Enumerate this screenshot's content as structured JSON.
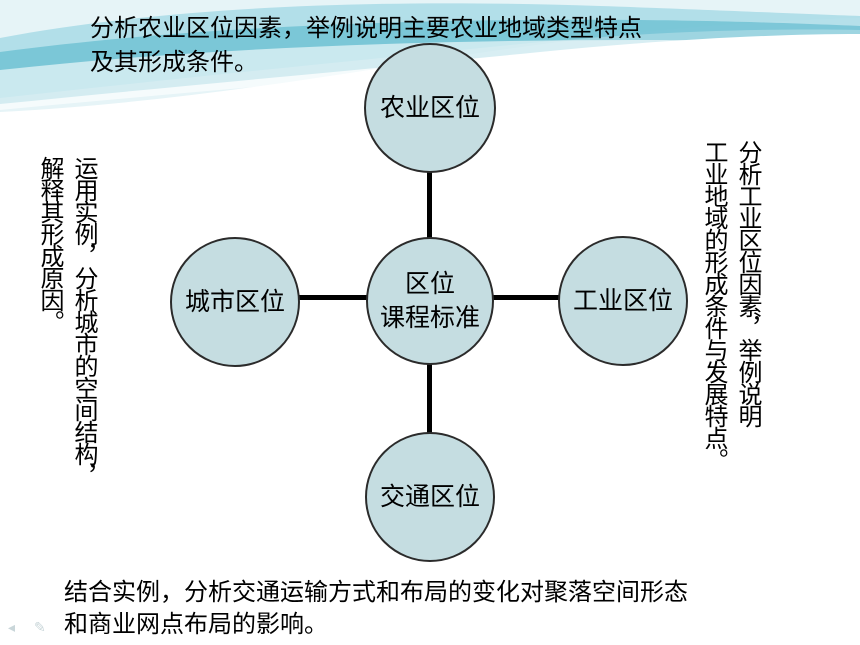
{
  "diagram": {
    "center": {
      "line1": "区位",
      "line2": "课程标准"
    },
    "nodes": {
      "agriculture": "农业区位",
      "industry": "工业区位",
      "transport": "交通区位",
      "city": "城市区位"
    }
  },
  "notes": {
    "top_line1": "分析农业区位因素，举例说明主要农业地域类型特点",
    "top_line2": "及其形成条件。",
    "right_col1": "分析工业区位因素，举例说明",
    "right_col2": "工业地域的形成条件与发展特点。",
    "left_col1": "运用实例，分析城市的空间结构，",
    "left_col2": "解释其形成原因。",
    "bottom_line1": "结合实例，分析交通运输方式和布局的变化对聚落空间形态",
    "bottom_line2": "和商业网点布局的影响。"
  },
  "colors": {
    "node_fill": "#c5dde1",
    "wave_dark": "#4fb3c9",
    "wave_light": "#a8dbe6"
  },
  "icons": [
    "back-arrow-icon",
    "pen-icon"
  ]
}
